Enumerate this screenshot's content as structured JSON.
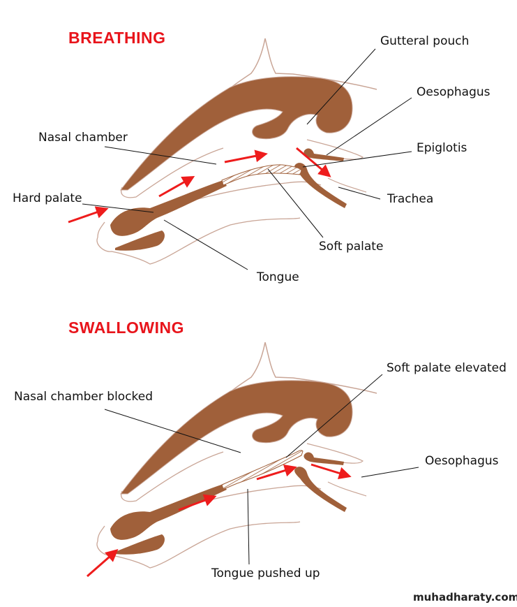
{
  "breathing": {
    "title": "BREATHING",
    "labels": {
      "gutteral_pouch": "Gutteral pouch",
      "oesophagus": "Oesophagus",
      "nasal_chamber": "Nasal chamber",
      "epiglotis": "Epiglotis",
      "hard_palate": "Hard palate",
      "trachea": "Trachea",
      "soft_palate": "Soft palate",
      "tongue": "Tongue"
    }
  },
  "swallowing": {
    "title": "SWALLOWING",
    "labels": {
      "soft_palate_elevated": "Soft palate elevated",
      "nasal_chamber_blocked": "Nasal chamber blocked",
      "oesophagus": "Oesophagus",
      "tongue_pushed_up": "Tongue pushed up"
    }
  },
  "watermark": "muhadharaty.com",
  "colors": {
    "tissue": "#a0603a",
    "outline": "#c9a596",
    "arrow": "#ee1c1c",
    "title": "#e8141b"
  }
}
